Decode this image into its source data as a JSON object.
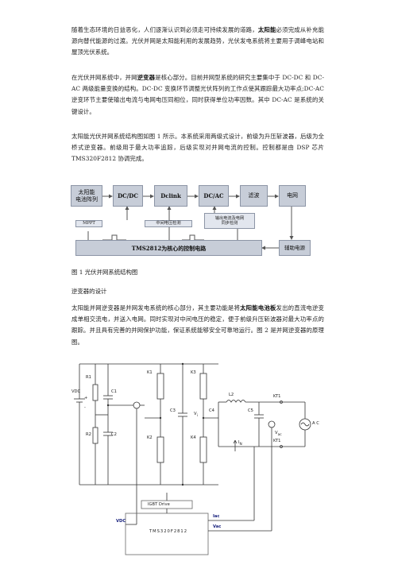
{
  "paragraphs": {
    "p1_before": "随着生态环境的日益恶化，人们逐渐认识到必须走可持续发展的道路，",
    "p1_bold": "太阳能",
    "p1_after": "必须完成从补充能源向替代能源的过渡。光伏并网是太阳能利用的发展趋势，光伏发电系统将主要用于调峰电站和屋顶光伏系统。",
    "p2_before": "在光伏并网系统中，并网",
    "p2_bold": "逆变器",
    "p2_after": "是核心部分。目前并网型系统的研究主要集中于 DC-DC 和 DC-AC 两级能量变换的结构。DC-DC 变换环节调整光伏阵列的工作点使其跟踪最大功率点;DC-AC 逆变环节主要使输出电流与电网电压同相位，同时获得单位功率因数。其中 DC-AC 是系统的关键设计。",
    "p3": "太阳能光伏并网系统结构图如图 1 所示。本系统采用两级式设计，前级为升压斩波器，后级为全桥式逆变器。前级用于最大功率追踪，后级实现对并网电流的控制。控制都是由 DSP 芯片 TMS320F2812 协调完成。",
    "fig1_caption": "图 1  光伏并网系统结构图",
    "section_title": "逆变器的设计",
    "p4_before": "太阳能并网逆变器是并网发电系统的核心部分，其主要功能是将",
    "p4_bold": "太阳能电池板",
    "p4_after": "发出的直流电逆变成单相交流电，并送入电网。同时实现对中间电压的稳定，便于前级升压斩波器对最大功率点的跟踪。并且具有完善的并网保护功能，保证系统能够安全可靠地运行。图 2 是并网逆变器的原理图。"
  },
  "block_diagram": {
    "pv_array": "太阳能\n电池阵列",
    "dcdc": "DC/DC",
    "dclink": "Dclink",
    "dcac": "DC/AC",
    "filter": "滤波",
    "grid": "电网",
    "mppt": "MPPT",
    "mid_voltage": "中间电压检测",
    "output_detect": "输出电流及电网\n同步检测",
    "controller": "TMS2812为核心的控制电路",
    "aux_power": "辅助电源"
  },
  "circuit": {
    "r1": "R1",
    "c1": "C1",
    "vdc": "VDC",
    "plus": "+",
    "minus": "-",
    "r2": "R2",
    "c2": "C2",
    "k1": "K1",
    "k2": "K2",
    "k3": "K3",
    "k4": "K4",
    "c3": "C3",
    "c4": "C4",
    "c5": "C5",
    "l2": "L2",
    "vi": "V",
    "vi_sub": "i",
    "in": "I",
    "in_sub": "N",
    "kt1a": "KT1",
    "kt1b": "KT1",
    "ac": "A C",
    "vac_small": "V",
    "vac_sub": "ac",
    "igbt": "IGBT Drive",
    "dsp": "TMS320F2812",
    "vdc_sig": "VDC",
    "iac_sig": "Iac",
    "vac_sig": "Vac"
  }
}
